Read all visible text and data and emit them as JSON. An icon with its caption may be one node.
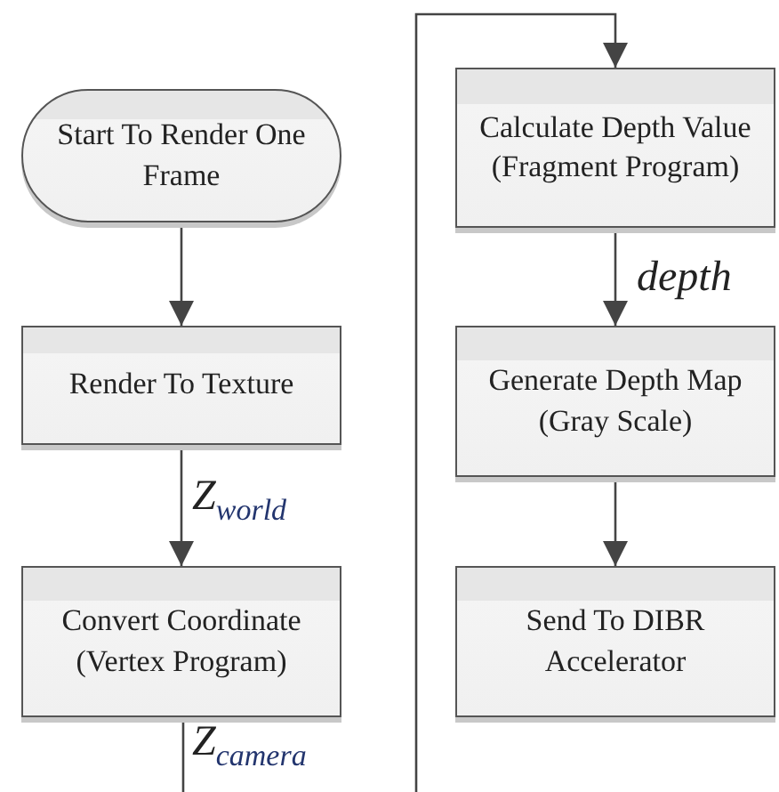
{
  "diagram": {
    "nodes": [
      {
        "text": [
          "Start To Render One Frame"
        ]
      },
      {
        "text": [
          "Render To Texture"
        ]
      },
      {
        "text": [
          "Convert Coordinate (Vertex Program)"
        ]
      },
      {
        "text": [
          "Calculate Depth Value (Fragment Program)"
        ]
      },
      {
        "text": [
          "Generate Depth Map (Gray Scale)"
        ]
      },
      {
        "text": [
          "Send To DIBR Accelerator"
        ]
      }
    ],
    "edges": [
      {
        "from": 0,
        "to": 1,
        "arrow": "to"
      },
      {
        "from": 1,
        "to": 2,
        "arrow": "to",
        "label": "Z$_{world}$"
      },
      {
        "from": 2,
        "to": 3,
        "arrow": "to",
        "label": "Z$_{camera}$"
      },
      {
        "from": 3,
        "to": 4,
        "arrow": "to",
        "label": "depth"
      },
      {
        "from": 4,
        "to": 5,
        "arrow": "to"
      }
    ]
  }
}
